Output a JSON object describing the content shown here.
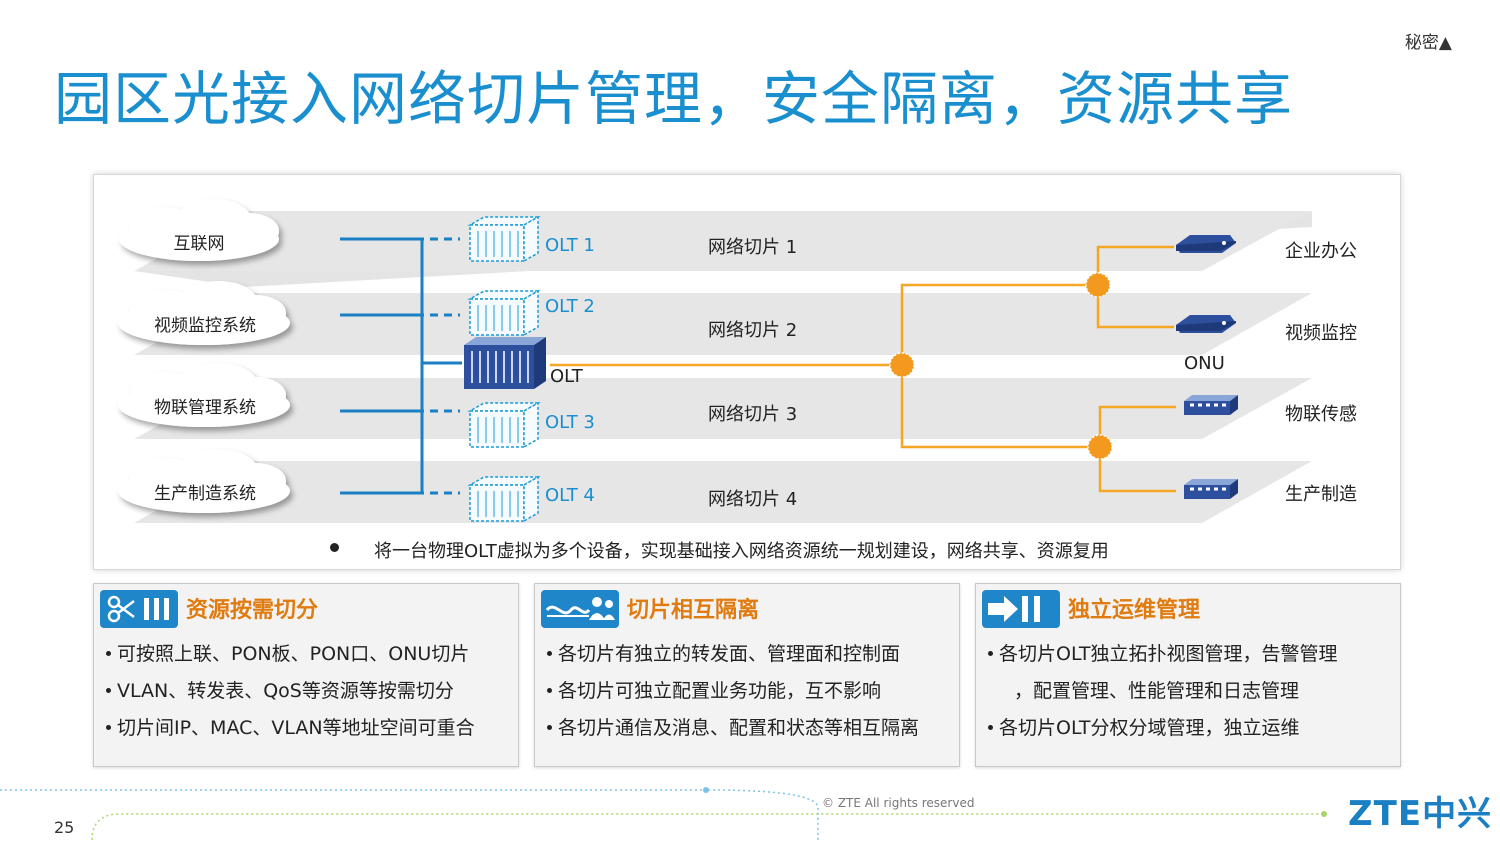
{
  "header": {
    "secret_label": "秘密▲",
    "title": "园区光接入网络切片管理，安全隔离，资源共享"
  },
  "diagram": {
    "clouds": [
      "互联网",
      "视频监控系统",
      "物联管理系统",
      "生产制造系统"
    ],
    "olts": [
      "OLT 1",
      "OLT 2",
      "OLT 3",
      "OLT 4"
    ],
    "physical_olt": "OLT",
    "slices": [
      "网络切片 1",
      "网络切片 2",
      "网络切片 3",
      "网络切片 4"
    ],
    "onu_label": "ONU",
    "endpoints": [
      "企业办公",
      "视频监控",
      "物联传感",
      "生产制造"
    ],
    "summary": "将一台物理OLT虚拟为多个设备，实现基础接入网络资源统一规划建设，网络共享、资源复用",
    "colors": {
      "slice_band": "#e3e3e3",
      "link_blue": "#1a7fc3",
      "link_orange": "#f5a623",
      "node_orange": "#f39a1e"
    }
  },
  "panels": [
    {
      "icon": "scissors-bars-icon",
      "title": "资源按需切分",
      "items": [
        "可按照上联、PON板、PON口、ONU切片",
        "VLAN、转发表、QoS等资源等按需切分",
        "切片间IP、MAC、VLAN等地址空间可重合"
      ]
    },
    {
      "icon": "isolation-people-icon",
      "title": "切片相互隔离",
      "items": [
        "各切片有独立的转发面、管理面和控制面",
        "各切片可独立配置业务功能，互不影响",
        "各切片通信及消息、配置和状态等相互隔离"
      ]
    },
    {
      "icon": "arrow-bars-icon",
      "title": "独立运维管理",
      "items": [
        "各切片OLT独立拓扑视图管理，告警管理",
        "，配置管理、性能管理和日志管理",
        "各切片OLT分权分域管理，独立运维"
      ]
    }
  ],
  "footer": {
    "page_number": "25",
    "copyright": "© ZTE All rights reserved",
    "logo": "ZTE中兴"
  }
}
